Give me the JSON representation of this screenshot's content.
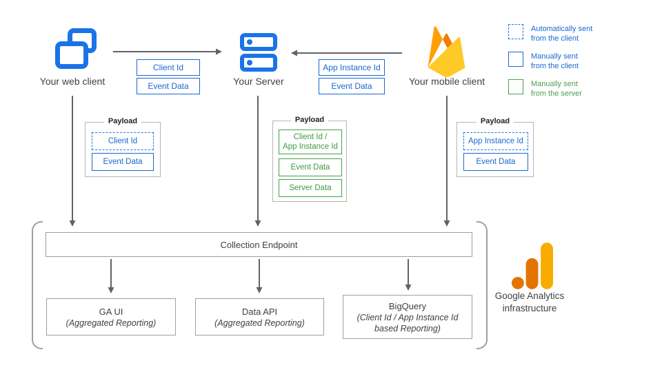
{
  "colors": {
    "blue_icon": "#1a73e8",
    "blue_text": "#1967d2",
    "green": "#43a047",
    "arrow_gray": "#5f6368",
    "box_gray_border": "#9e9e9e",
    "ga_orange": "#e37400",
    "ga_yellow": "#f9ab00",
    "firebase_amber": "#ffca28",
    "firebase_orange": "#ffa000",
    "firebase_deep_orange": "#f57c00"
  },
  "nodes": {
    "web_client": {
      "label": "Your web client"
    },
    "server": {
      "label": "Your Server"
    },
    "mobile_client": {
      "label": "Your mobile client"
    }
  },
  "flow_labels": {
    "web_to_server": [
      "Client Id",
      "Event Data"
    ],
    "mobile_to_server": [
      "App Instance Id",
      "Event Data"
    ]
  },
  "legend": {
    "items": [
      {
        "line1": "Automatically sent",
        "line2": "from the client",
        "style": "dashed-blue"
      },
      {
        "line1": "Manually sent",
        "line2": "from the client",
        "style": "solid-blue"
      },
      {
        "line1": "Manually sent",
        "line2": "from the server",
        "style": "solid-green"
      }
    ]
  },
  "payloads": {
    "web": {
      "title": "Payload",
      "items": [
        {
          "line1": "Client Id",
          "style": "dashed-blue"
        },
        {
          "line1": "Event Data",
          "style": "solid-blue"
        }
      ]
    },
    "server": {
      "title": "Payload",
      "items": [
        {
          "line1": "Client Id /",
          "line2": "App Instance Id",
          "style": "solid-green"
        },
        {
          "line1": "Event Data",
          "style": "solid-green"
        },
        {
          "line1": "Server Data",
          "style": "solid-green"
        }
      ]
    },
    "mobile": {
      "title": "Payload",
      "items": [
        {
          "line1": "App Instance Id",
          "style": "dashed-blue"
        },
        {
          "line1": "Event Data",
          "style": "solid-blue"
        }
      ]
    }
  },
  "infrastructure": {
    "collection_endpoint": "Collection Endpoint",
    "outputs": [
      {
        "title": "GA UI",
        "subtitle": "(Aggregated Reporting)"
      },
      {
        "title": "Data API",
        "subtitle": "(Aggregated Reporting)"
      },
      {
        "title": "BigQuery",
        "subtitle": "(Client Id / App Instance Id based Reporting)"
      }
    ],
    "brand": {
      "line1": "Google Analytics",
      "line2": "infrastructure"
    }
  }
}
